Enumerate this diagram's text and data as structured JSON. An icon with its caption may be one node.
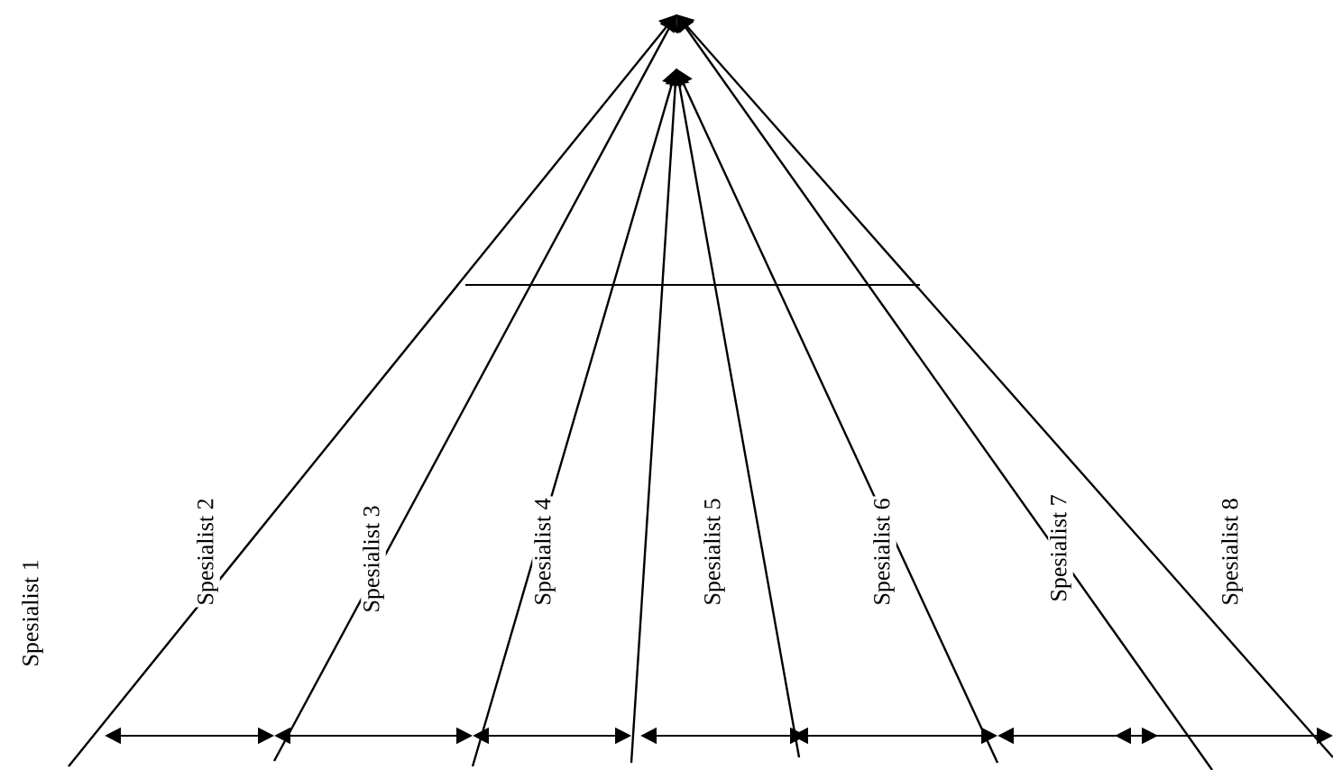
{
  "diagram": {
    "labels": [
      "Spesialist 1",
      "Spesialist 2",
      "Spesialist 3",
      "Spesialist 4",
      "Spesialist 5",
      "Spesialist 6",
      "Spesialist 7",
      "Spesialist 8"
    ]
  }
}
